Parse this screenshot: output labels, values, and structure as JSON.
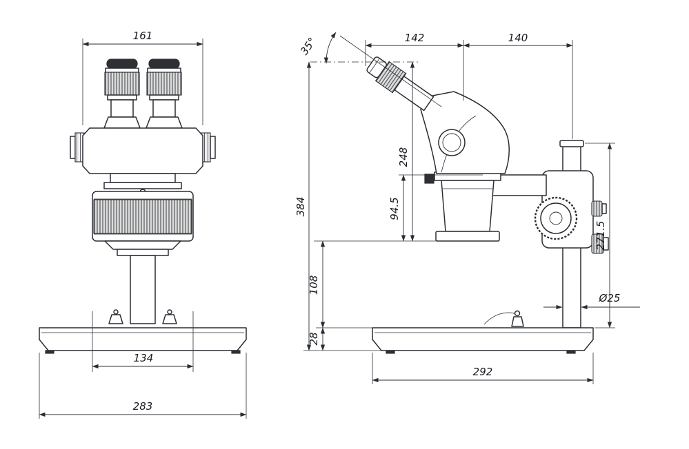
{
  "drawing": {
    "type": "stereo-microscope-dimension-drawing",
    "colors": {
      "line": "#2a2d33",
      "background": "#ffffff"
    }
  },
  "front_view": {
    "dim_head_width": "161",
    "dim_body_diameter": "134",
    "dim_base_width": "283"
  },
  "side_view": {
    "dim_tilt_angle": "35°",
    "dim_head_length": "142",
    "dim_head_to_column": "140",
    "dim_eyepoint_height": "248",
    "dim_total_height": "384",
    "dim_focus_range": "94.5",
    "dim_column_height": "271.5",
    "dim_working_clearance": "108",
    "dim_column_diameter": "Ø25",
    "dim_base_thickness": "28",
    "dim_base_depth": "292"
  }
}
